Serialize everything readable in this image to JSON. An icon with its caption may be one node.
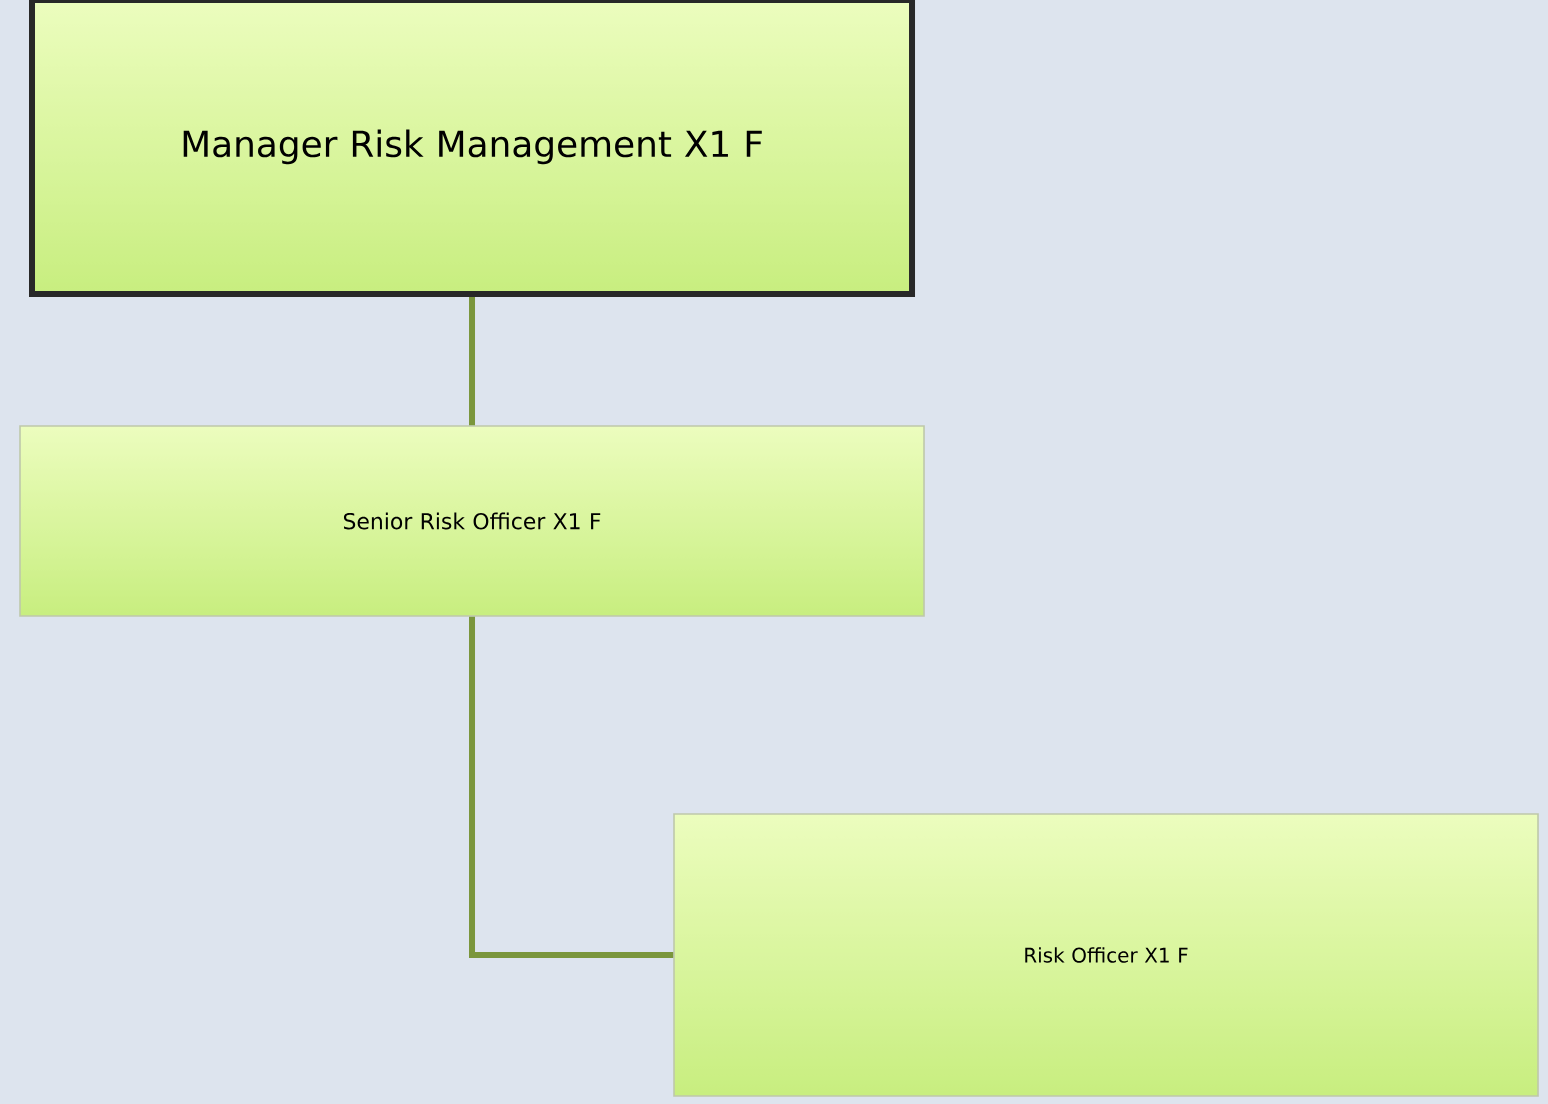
{
  "diagram": {
    "nodes": [
      {
        "text": [
          "Manager Risk Management X1 F"
        ]
      },
      {
        "text": [
          "Senior Risk Officer X1 F"
        ]
      },
      {
        "text": [
          "Risk Officer X1 F"
        ]
      }
    ],
    "edges": [
      {
        "from": 0,
        "to": 1,
        "arrow": "none"
      },
      {
        "from": 1,
        "to": 2,
        "arrow": "none"
      }
    ]
  }
}
